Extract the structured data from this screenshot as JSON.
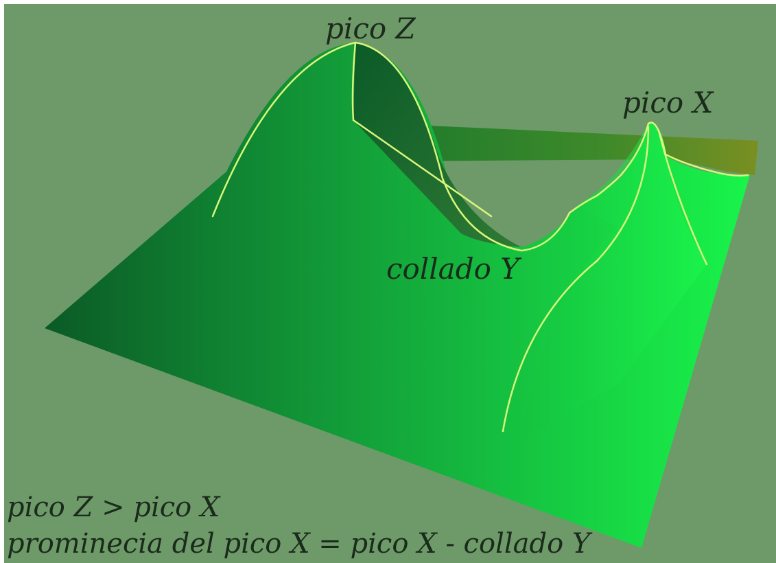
{
  "colors": {
    "background": "#6e9a6a",
    "surface_dark": "#0c5c26",
    "surface_mid": "#14a23a",
    "surface_bright": "#19f54a",
    "far_edge_olive": "#6a8e22",
    "ridge_line": "#d9f77a",
    "text": "#1b2b1b"
  },
  "labels": {
    "peak_z": "pico Z",
    "peak_x": "pico X",
    "col_y": "collado Y"
  },
  "caption": {
    "line1": "pico Z > pico X",
    "line2": "prominecia del pico X = pico X - collado Y"
  }
}
